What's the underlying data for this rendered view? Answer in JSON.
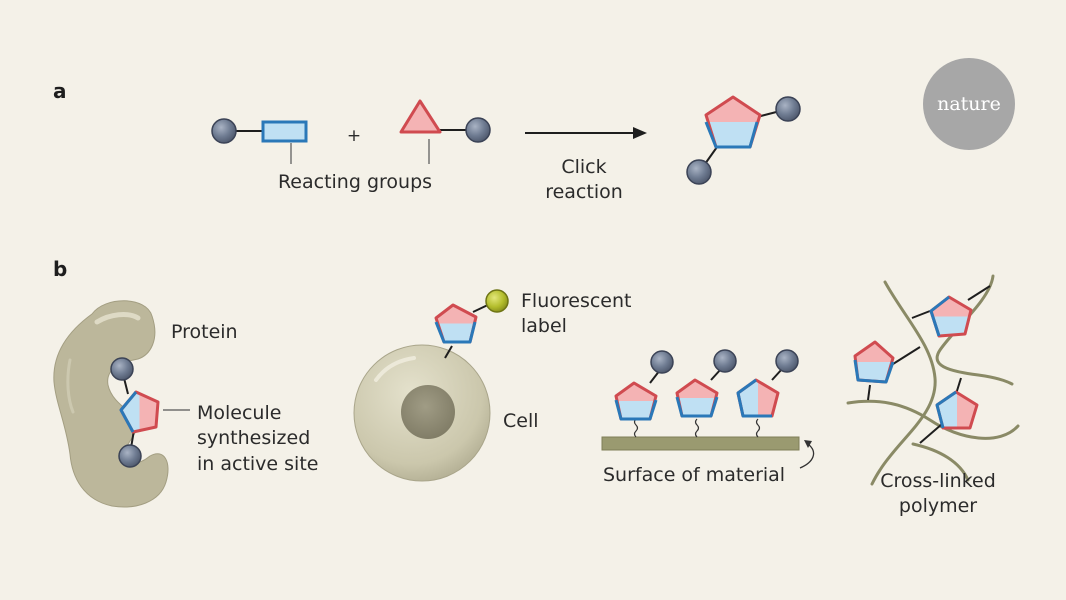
{
  "panels": {
    "a": "a",
    "b": "b"
  },
  "logo": {
    "text": "nature",
    "color": "#a7a7a7"
  },
  "labels": {
    "plus": "+",
    "reacting_groups": "Reacting groups",
    "click_line1": "Click",
    "click_line2": "reaction",
    "protein": "Protein",
    "molecule_line1": "Molecule",
    "molecule_line2": "synthesized",
    "molecule_line3": "in active site",
    "fluorescent_line1": "Fluorescent",
    "fluorescent_line2": "label",
    "cell": "Cell",
    "surface": "Surface of material",
    "crosslinked_line1": "Cross-linked",
    "crosslinked_line2": "polymer"
  },
  "colors": {
    "background": "#f4f1e8",
    "blue_outline": "#2a78b8",
    "blue_fill": "#bfe0f3",
    "red_outline": "#d04b50",
    "red_fill": "#f4b3b4",
    "grey_sphere": "#6f7c92",
    "fluorescent": "#b3bd2c",
    "protein": "#bcb79b",
    "cell": "#cbc7ac",
    "surface": "#9a9a70",
    "polymer_strand": "#8a8a66"
  }
}
